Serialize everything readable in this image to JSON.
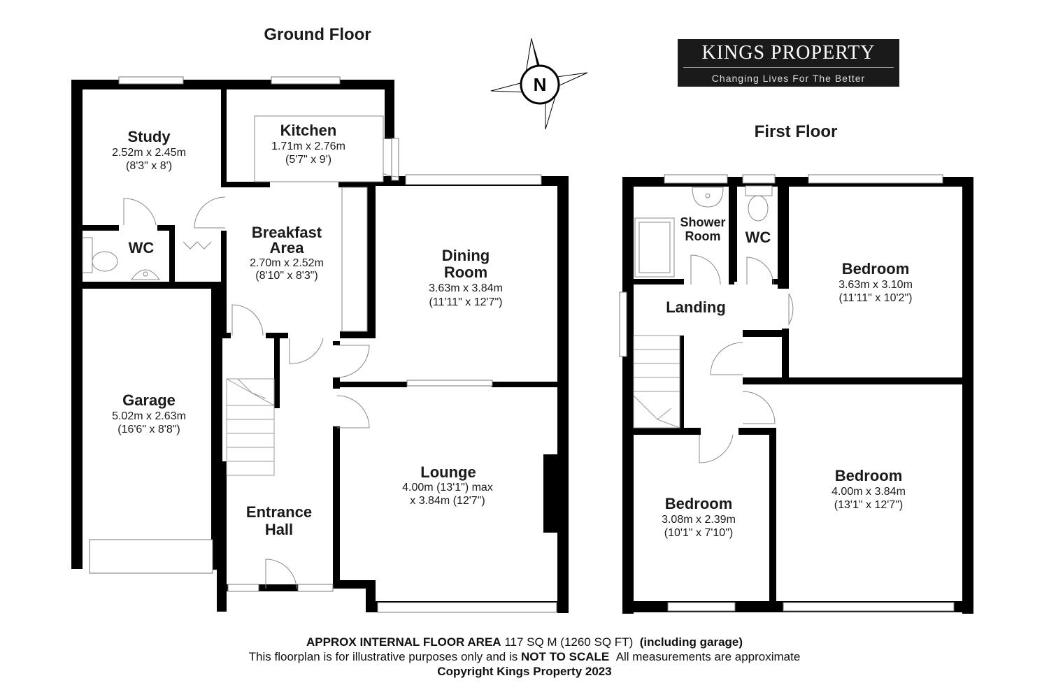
{
  "ground_floor": {
    "title": "Ground Floor",
    "rooms": {
      "study": {
        "name": "Study",
        "metric": "2.52m x 2.45m",
        "imperial": "(8'3\" x 8')"
      },
      "kitchen": {
        "name": "Kitchen",
        "metric": "1.71m x 2.76m",
        "imperial": "(5'7\" x 9')"
      },
      "wc": {
        "name": "WC"
      },
      "breakfast": {
        "name_line1": "Breakfast",
        "name_line2": "Area",
        "metric": "2.70m x 2.52m",
        "imperial": "(8'10\" x 8'3\")"
      },
      "dining": {
        "name_line1": "Dining",
        "name_line2": "Room",
        "metric": "3.63m x 3.84m",
        "imperial": "(11'11\" x 12'7\")"
      },
      "garage": {
        "name": "Garage",
        "metric": "5.02m x 2.63m",
        "imperial": "(16'6\" x 8'8\")"
      },
      "lounge": {
        "name": "Lounge",
        "line1": "4.00m (13'1\") max",
        "line2": "x 3.84m (12'7\")"
      },
      "entrance": {
        "name_line1": "Entrance",
        "name_line2": "Hall"
      }
    }
  },
  "first_floor": {
    "title": "First Floor",
    "rooms": {
      "shower": {
        "name_line1": "Shower",
        "name_line2": "Room"
      },
      "wc": {
        "name": "WC"
      },
      "landing": {
        "name": "Landing"
      },
      "bedroom_rear": {
        "name": "Bedroom",
        "metric": "3.63m x 3.10m",
        "imperial": "(11'11\" x 10'2\")"
      },
      "bedroom_small": {
        "name": "Bedroom",
        "metric": "3.08m x 2.39m",
        "imperial": "(10'1\" x 7'10\")"
      },
      "bedroom_front": {
        "name": "Bedroom",
        "metric": "4.00m x 3.84m",
        "imperial": "(13'1\" x 12'7\")"
      }
    }
  },
  "compass": {
    "label": "N",
    "icon": "compass-rose-icon"
  },
  "logo": {
    "brand": "KINGS PROPERTY",
    "tagline": "Changing Lives For The Better"
  },
  "footer": {
    "area_label": "APPROX INTERNAL FLOOR AREA",
    "area_value": "117 SQ M (1260 SQ FT)",
    "area_note": "(including garage)",
    "disclaimer_pre": "This floorplan is for illustrative purposes only and is",
    "disclaimer_bold": "NOT TO SCALE",
    "disclaimer_post": "All measurements are approximate",
    "copyright": "Copyright Kings Property 2023"
  }
}
